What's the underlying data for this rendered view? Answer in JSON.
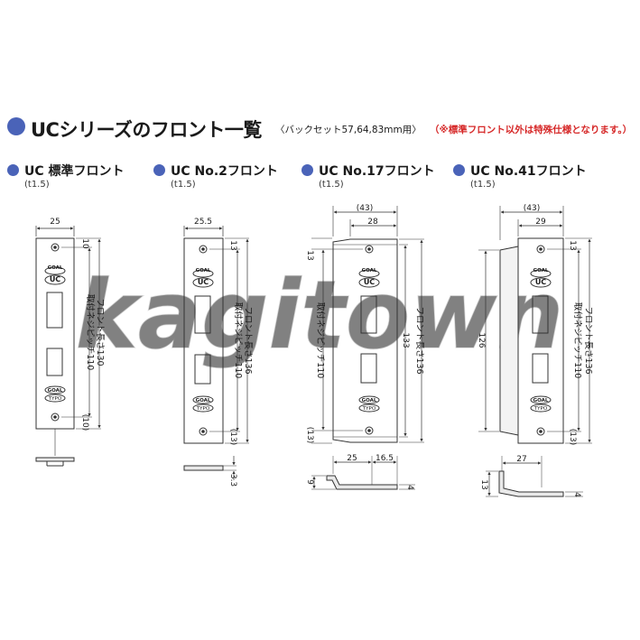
{
  "header": {
    "title": "UCシリーズのフロント一覧",
    "subtitle": "〈バックセット57,64,83mm用〉",
    "notice": "（※標準フロント以外は特殊仕様となります。）"
  },
  "watermark": "kagitown",
  "variants": [
    {
      "name": "UC 標準フロント",
      "thickness": "(t1.5)",
      "dims": {
        "width": "25",
        "top": "10",
        "bottom": "(10)",
        "pitch": "取付ネジピッチ110",
        "length": "フロント長さ130"
      },
      "marks": {
        "brand_top": "GOAL",
        "model": "UC",
        "brand_bottom": "GOAL",
        "bottom_text": "TYPO"
      }
    },
    {
      "name": "UC No.2フロント",
      "thickness": "(t1.5)",
      "dims": {
        "width": "25.5",
        "top": "13",
        "bottom": "(13)",
        "pitch": "取付ネジピッチ110",
        "length": "フロント長さ136",
        "profile": "3.3"
      },
      "marks": {
        "brand_top": "GOAL",
        "model": "UC",
        "brand_bottom": "GOAL",
        "bottom_text": "TYPO"
      }
    },
    {
      "name": "UC No.17フロント",
      "thickness": "(t1.5)",
      "dims": {
        "outer": "(43)",
        "width": "28",
        "top": "13",
        "bottom": "(13)",
        "pitch": "取付ネジピッチ110",
        "length": "フロント長さ136",
        "inner": "133",
        "profile_w1": "25",
        "profile_w2": "16.5",
        "profile_h1": "9",
        "profile_h2": "4"
      },
      "marks": {
        "brand_top": "GOAL",
        "model": "UC",
        "brand_bottom": "GOAL",
        "bottom_text": "TYPO"
      }
    },
    {
      "name": "UC No.41フロント",
      "thickness": "(t1.5)",
      "dims": {
        "outer": "(43)",
        "width": "29",
        "top": "13",
        "bottom": "(13)",
        "pitch": "取付ネジピッチ110",
        "length": "フロント長さ136",
        "inner": "126",
        "profile_w": "27",
        "profile_h1": "13",
        "profile_h2": "4"
      },
      "marks": {
        "brand_top": "GOAL",
        "model": "UC",
        "brand_bottom": "GOAL",
        "bottom_text": "TYPO"
      }
    }
  ]
}
